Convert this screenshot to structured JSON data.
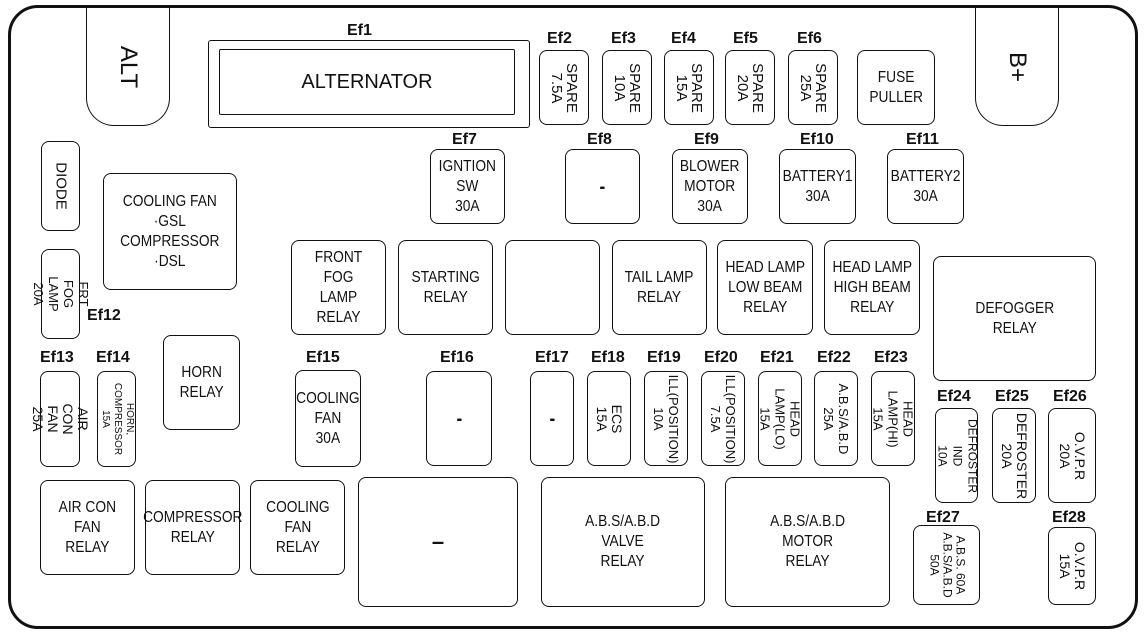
{
  "terminals": {
    "alt": "ALT",
    "bplus": "B+"
  },
  "labels": {
    "ef1": "Ef1",
    "ef2": "Ef2",
    "ef3": "Ef3",
    "ef4": "Ef4",
    "ef5": "Ef5",
    "ef6": "Ef6",
    "ef7": "Ef7",
    "ef8": "Ef8",
    "ef9": "Ef9",
    "ef10": "Ef10",
    "ef11": "Ef11",
    "ef12": "Ef12",
    "ef13": "Ef13",
    "ef14": "Ef14",
    "ef15": "Ef15",
    "ef16": "Ef16",
    "ef17": "Ef17",
    "ef18": "Ef18",
    "ef19": "Ef19",
    "ef20": "Ef20",
    "ef21": "Ef21",
    "ef22": "Ef22",
    "ef23": "Ef23",
    "ef24": "Ef24",
    "ef25": "Ef25",
    "ef26": "Ef26",
    "ef27": "Ef27",
    "ef28": "Ef28"
  },
  "fuses": {
    "ef1": "ALTERNATOR",
    "ef2": "SPARE\n7.5A",
    "ef3": "SPARE\n10A",
    "ef4": "SPARE\n15A",
    "ef5": "SPARE\n20A",
    "ef6": "SPARE\n25A",
    "fuse_puller": "FUSE\nPULLER",
    "ef7": "IGNTION\nSW\n30A",
    "ef8": "-",
    "ef9": "BLOWER\nMOTOR\n30A",
    "ef10": "BATTERY1\n30A",
    "ef11": "BATTERY2\n30A",
    "diode": "DIODE",
    "ef12": "FRT FOG LAMP\n20A",
    "ef13": "AIR CON FAN\n25A",
    "ef14": "HORN, COMPRESSOR\n15A",
    "ef15": "COOLING\nFAN\n30A",
    "ef16": "-",
    "ef17": "-",
    "ef18": "ECS\n15A",
    "ef19": "ILL(POSITION)\n10A",
    "ef20": "ILL(POSITION)\n7.5A",
    "ef21": "HEAD LAMP(LO)\n15A",
    "ef22": "A.B.S/A.B.D\n25A",
    "ef23": "HEAD LAMP(HI)\n15A",
    "ef24": "DEFROSTER IND\n10A",
    "ef25": "DEFROSTER\n20A",
    "ef26": "O.V.P.R\n20A",
    "ef27": "A.B.S. 60A\nA.B.S/A.B.D\n50A",
    "ef28": "O.V.P.R\n15A"
  },
  "relays": {
    "cooling_fan_big": "COOLING FAN\n·GSL\nCOMPRESSOR\n·DSL",
    "front_fog": "FRONT FOG\nLAMP\nRELAY",
    "starting": "STARTING\nRELAY",
    "tail_lamp": "TAIL LAMP\nRELAY",
    "head_low": "HEAD LAMP\nLOW BEAM\nRELAY",
    "head_high": "HEAD LAMP\nHIGH BEAM\nRELAY",
    "defogger": "DEFOGGER\nRELAY",
    "horn": "HORN\nRELAY",
    "air_con_fan": "AIR CON\nFAN\nRELAY",
    "compressor": "COMPRESSOR\nRELAY",
    "cooling_fan": "COOLING\nFAN\nRELAY",
    "empty_big": "–",
    "abs_valve": "A.B.S/A.B.D\nVALVE\nRELAY",
    "abs_motor": "A.B.S/A.B.D\nMOTOR\nRELAY"
  }
}
